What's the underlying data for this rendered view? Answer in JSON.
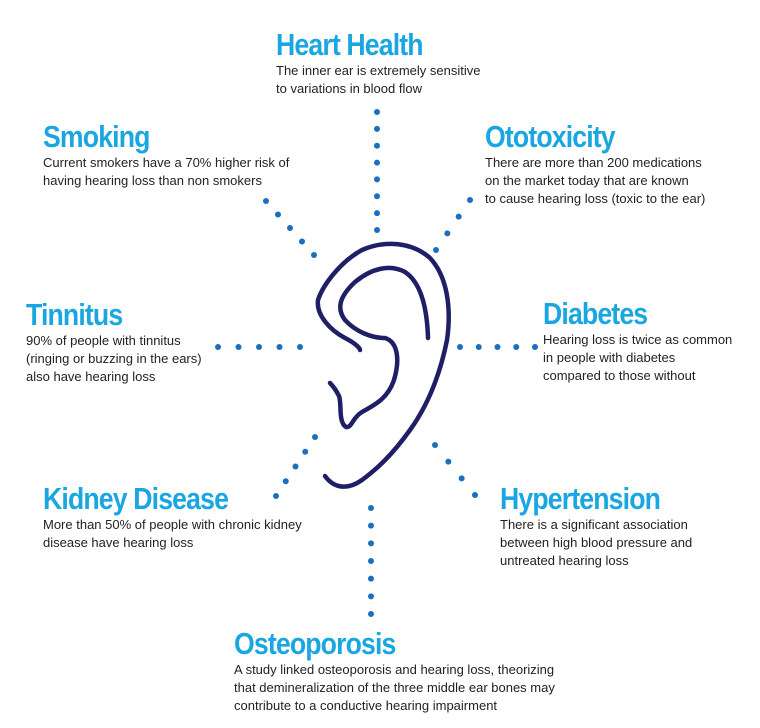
{
  "colors": {
    "title": "#1aa7e1",
    "dots": "#1a6fbf",
    "ear": "#1f1f66"
  },
  "topics": [
    {
      "title": "Heart Health",
      "desc": "The inner ear is extremely sensitive\nto variations in blood flow"
    },
    {
      "title": "Smoking",
      "desc": "Current smokers have a 70% higher risk of\nhaving hearing loss than non smokers"
    },
    {
      "title": "Ototoxicity",
      "desc": "There are more than 200 medications\non the market today that are known\nto cause hearing loss (toxic to the ear)"
    },
    {
      "title": "Tinnitus",
      "desc": "90% of people with tinnitus\n(ringing or buzzing in the ears)\nalso have hearing loss"
    },
    {
      "title": "Diabetes",
      "desc": "Hearing loss is twice as common\nin people with diabetes\ncompared to those without"
    },
    {
      "title": "Kidney Disease",
      "desc": "More than 50% of people with chronic kidney\ndisease have hearing loss"
    },
    {
      "title": "Hypertension",
      "desc": "There is a significant association\nbetween high blood pressure and\nuntreated hearing loss"
    },
    {
      "title": "Osteoporosis",
      "desc": "A study linked osteoporosis and hearing loss, theorizing\nthat demineralization of the three middle ear bones may\ncontribute to a conductive hearing impairment"
    }
  ]
}
